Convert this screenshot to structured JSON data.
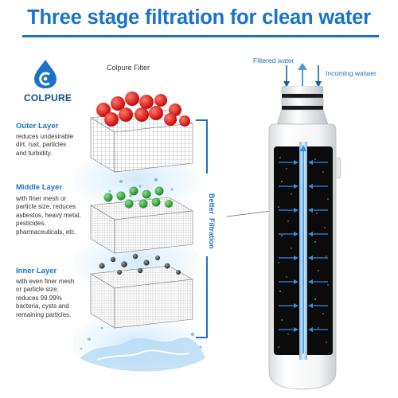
{
  "title": "Three stage filtration for clean water",
  "brand": {
    "name": "COLPURE",
    "filter_label": "Colpure  Filter"
  },
  "layers": [
    {
      "title": "Outer Layer",
      "description": [
        "reduces undesirable",
        "dirt, rust, particles",
        "and turbidity."
      ]
    },
    {
      "title": "Middle Layer",
      "description": [
        "with finer mesh or",
        "particle size, reduces",
        "asbestos, heavy metal,",
        "pesticides,",
        "pharmaceuticals, etc."
      ]
    },
    {
      "title": "Inner Layer",
      "description": [
        "with even finer mesh",
        "or particle size,",
        "reduces 99.99%",
        "bacteria, cysts and",
        "remaining particles."
      ]
    }
  ],
  "bracket_label_1": "Better",
  "bracket_label_2": "Filtration",
  "flow": {
    "filtered": "Filtered water",
    "incoming": "Incoming watwer"
  },
  "colors": {
    "accent": "#1a73c9",
    "brand_dark": "#0f4f99",
    "red_particle": "#e0191b",
    "green_particle": "#35a83a",
    "black_particle": "#333333",
    "cartridge_core": "#0b0b0b"
  },
  "icons": {
    "logo": "water-drop-logo-icon",
    "arrows": "water-flow-arrows-icon"
  }
}
